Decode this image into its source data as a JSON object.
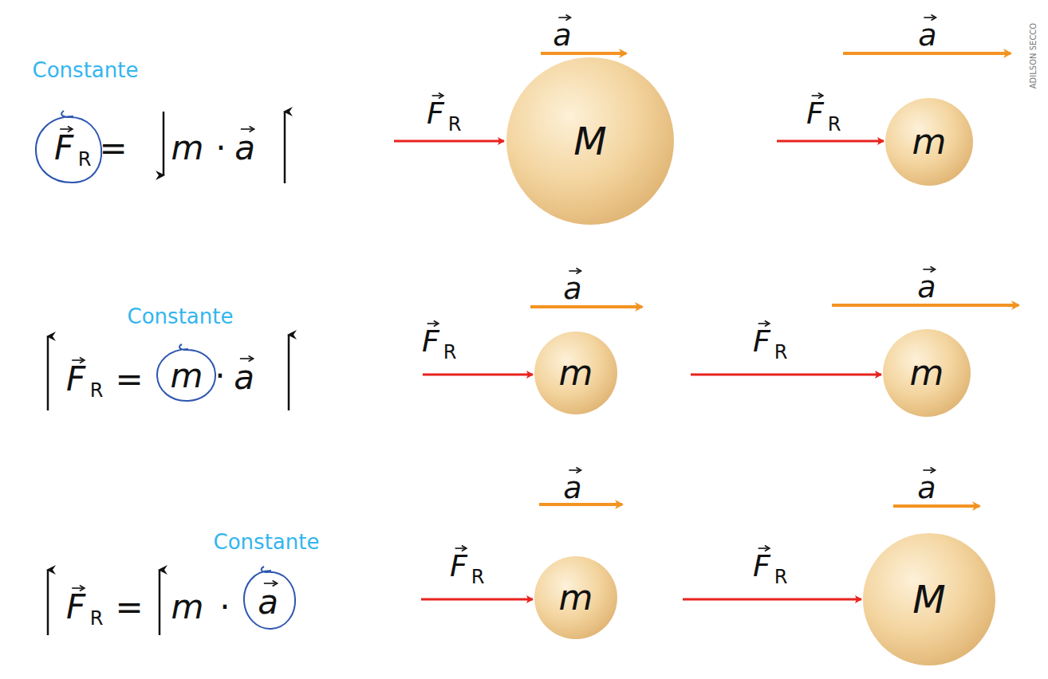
{
  "diagram": {
    "nodes": [
      {
        "text": [
          "M"
        ]
      },
      {
        "text": [
          "m"
        ]
      },
      {
        "text": [
          "m"
        ]
      },
      {
        "text": [
          "m"
        ]
      },
      {
        "text": [
          "m"
        ]
      },
      {
        "text": [
          "M"
        ]
      }
    ],
    "labels": [
      "Constante",
      "F",
      "R",
      "=",
      "m",
      "·",
      "a",
      "a",
      "F",
      "R",
      "a",
      "F",
      "R",
      "Constante",
      "F",
      "R",
      "=",
      "m",
      "·",
      "a",
      "a",
      "F",
      "R",
      "a",
      "F",
      "R",
      "Constante",
      "F",
      "R",
      "=",
      "m",
      "·",
      "a",
      "a",
      "F",
      "R",
      "a",
      "F",
      "R",
      "ADILSON SECCO"
    ]
  }
}
